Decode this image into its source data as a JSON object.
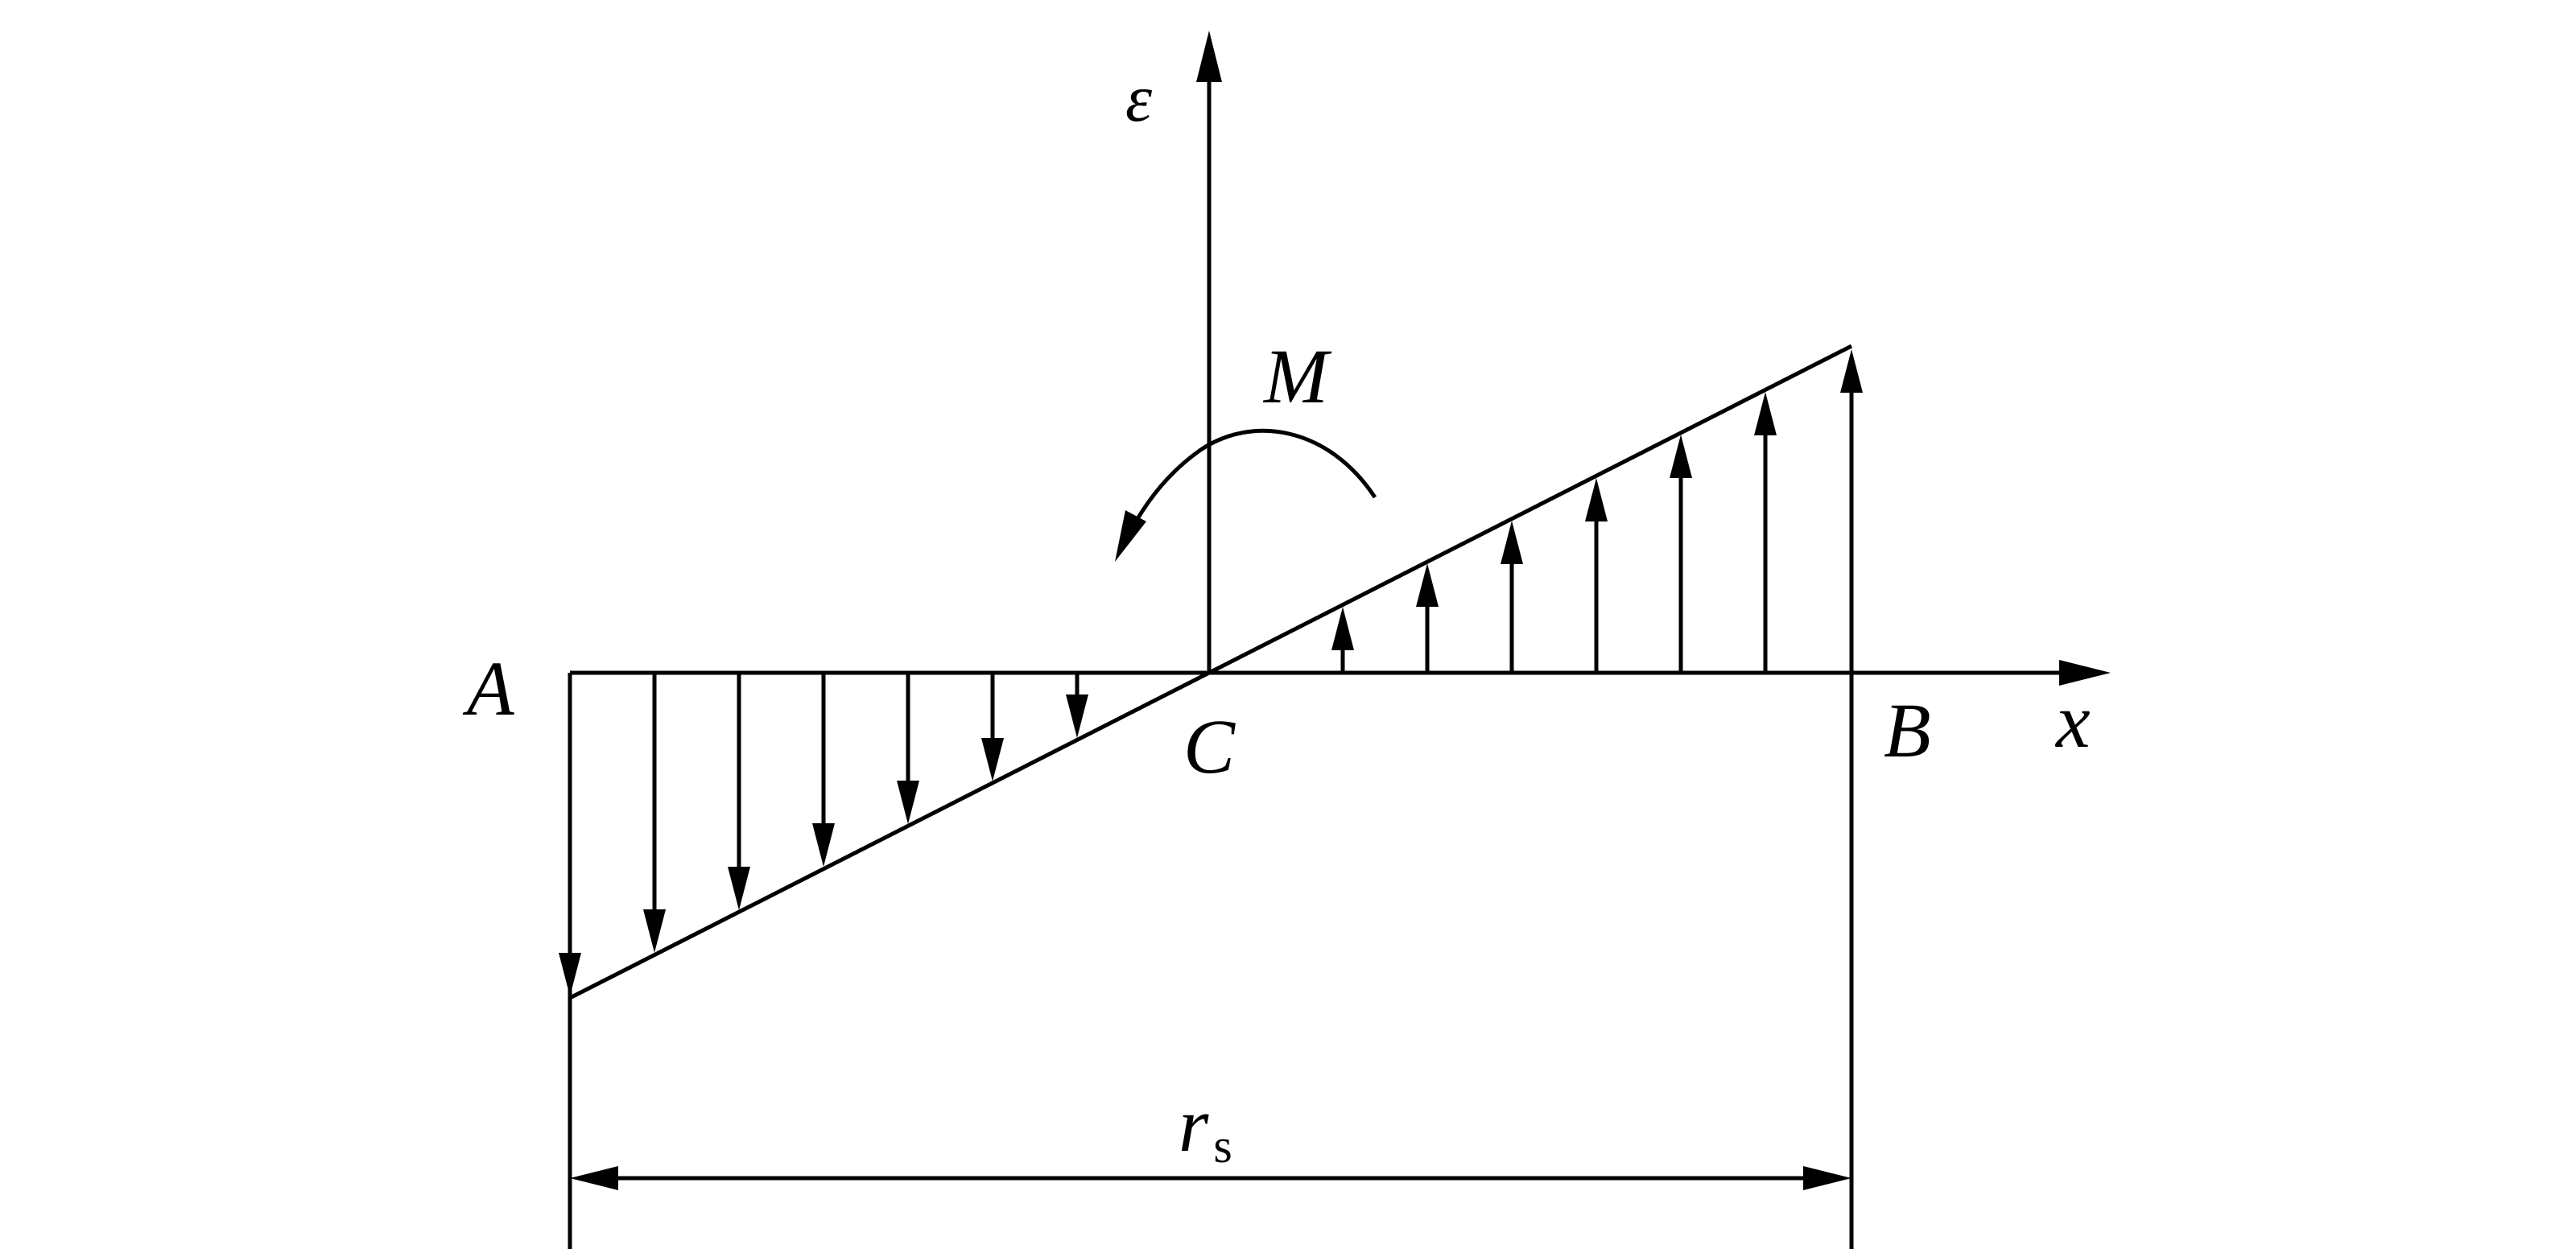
{
  "labels": {
    "epsilon": "ε",
    "moment": "M",
    "point_a": "A",
    "point_b": "B",
    "point_c": "C",
    "x_axis": "x",
    "span": "r",
    "span_subscript": "s"
  },
  "colors": {
    "stroke": "#000000",
    "background": "#ffffff"
  }
}
